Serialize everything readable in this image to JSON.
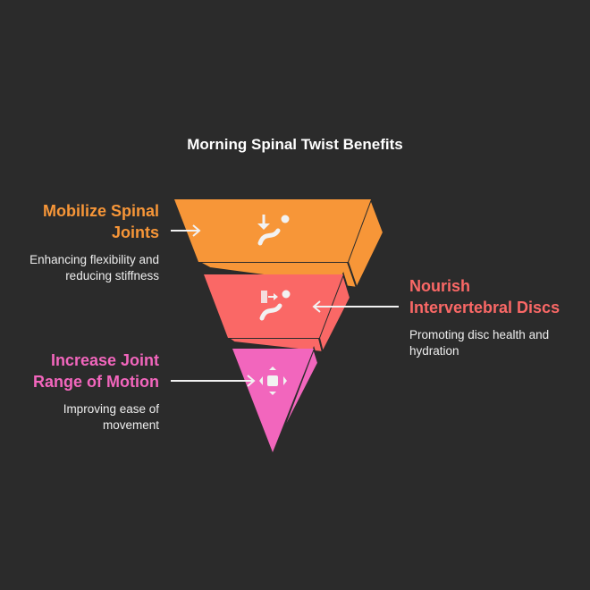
{
  "title": "Morning Spinal Twist Benefits",
  "colors": {
    "orange": "#f79638",
    "red": "#fa6866",
    "pink": "#f266bd"
  },
  "items": [
    {
      "heading_1": "Mobilize Spinal",
      "heading_2": "Joints",
      "desc_1": "Enhancing flexibility and",
      "desc_2": "reducing stiffness",
      "icon": "spine-compress-icon"
    },
    {
      "heading_1": "Nourish",
      "heading_2": "Intervertebral Discs",
      "desc_1": "Promoting disc health and",
      "desc_2": "hydration",
      "icon": "spine-hydration-icon"
    },
    {
      "heading_1": "Increase Joint",
      "heading_2": "Range of Motion",
      "desc_1": "Improving ease of",
      "desc_2": "movement",
      "icon": "hand-move-icon"
    }
  ]
}
